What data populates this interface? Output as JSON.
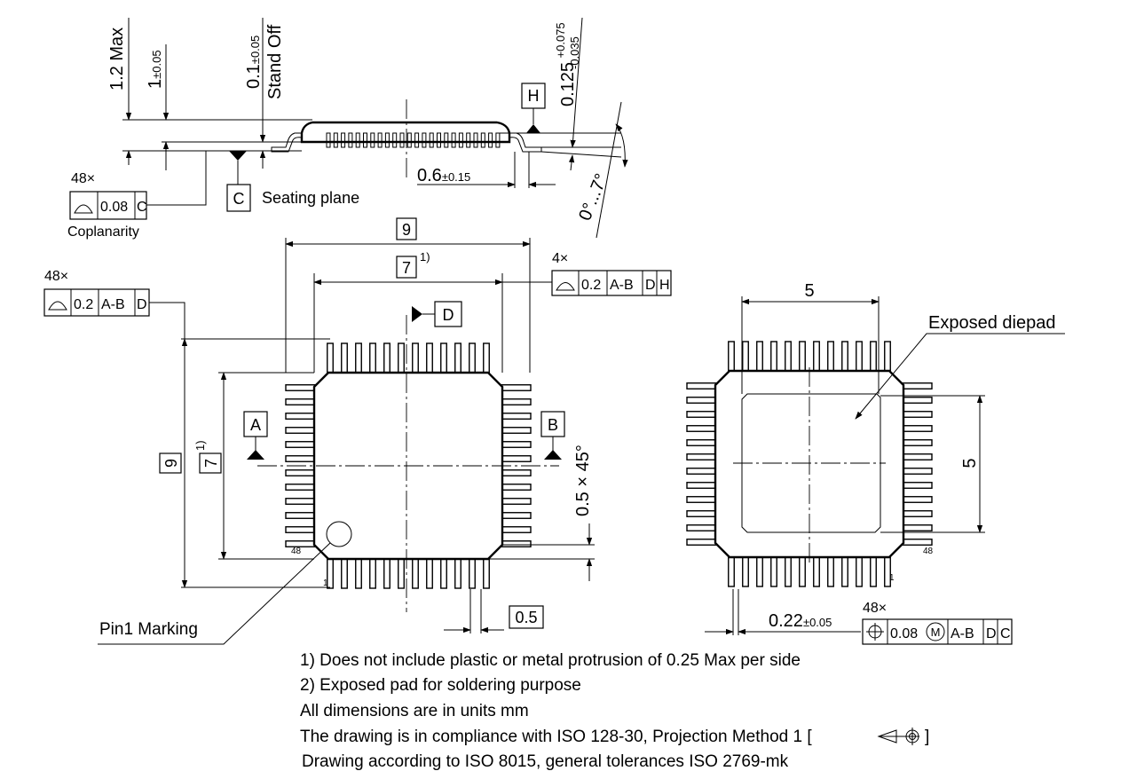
{
  "side_view": {
    "max_height": "1.2 Max",
    "body_height": "1",
    "body_height_tol": "±0.05",
    "standoff": "0.1",
    "standoff_tol": "±0.05",
    "standoff_label": "Stand Off",
    "lead_thickness": "0.125",
    "lead_thickness_tol_plus": "+0.075",
    "lead_thickness_tol_minus": "-0.035",
    "datum_h": "H",
    "foot_length": "0.6",
    "foot_length_tol": "±0.15",
    "angle": "0°...7°",
    "datum_c": "C",
    "seating_plane": "Seating plane",
    "coplanarity_count": "48×",
    "coplanarity_value": "0.08",
    "coplanarity_datum": "C",
    "coplanarity_label": "Coplanarity"
  },
  "top_view": {
    "outer_dim": "9",
    "body_dim": "7",
    "body_note": "1)",
    "profile_count": "48×",
    "profile_value": "0.2",
    "profile_datums": [
      "A-B",
      "D"
    ],
    "corner_count": "4×",
    "corner_value": "0.2",
    "corner_datums": [
      "A-B",
      "D",
      "H"
    ],
    "datum_d": "D",
    "datum_a": "A",
    "datum_b": "B",
    "chamfer": "0.5 × 45°",
    "pitch": "0.5",
    "pin48": "48",
    "pin1": "1",
    "pin1_marking": "Pin1 Marking"
  },
  "bottom_view": {
    "pad_width": "5",
    "pad_height": "5",
    "pad_label": "Exposed diepad",
    "lead_width": "0.22",
    "lead_width_tol": "±0.05",
    "position_count": "48×",
    "position_value": "0.08",
    "position_modifier": "M",
    "position_datums": [
      "A-B",
      "D",
      "C"
    ],
    "pin48": "48",
    "pin1": "1"
  },
  "notes": [
    "1) Does not include plastic or metal protrusion of 0.25 Max per side",
    "2) Exposed pad for soldering purpose",
    "All dimensions are in units mm",
    "The drawing is in compliance with ISO 128-30, Projection Method 1 [",
    "]",
    "Drawing according to ISO 8015, general tolerances ISO 2769-mk"
  ]
}
